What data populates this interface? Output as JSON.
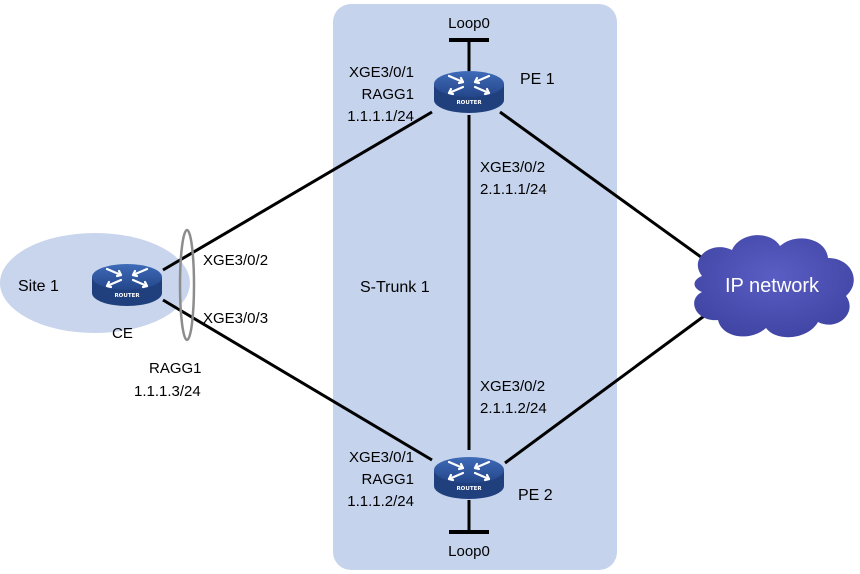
{
  "site_label": "Site 1",
  "ce": {
    "name": "CE",
    "if_top": "XGE3/0/2",
    "if_bottom": "XGE3/0/3",
    "ragg": "RAGG1",
    "ip": "1.1.1.3/24"
  },
  "pe1": {
    "name": "PE 1",
    "loop": "Loop0",
    "if_ce": "XGE3/0/1",
    "ragg": "RAGG1",
    "ip_ce": "1.1.1.1/24",
    "if_pe": "XGE3/0/2",
    "ip_pe": "2.1.1.1/24"
  },
  "pe2": {
    "name": "PE 2",
    "loop": "Loop0",
    "if_ce": "XGE3/0/1",
    "ragg": "RAGG1",
    "ip_ce": "1.1.1.2/24",
    "if_pe": "XGE3/0/2",
    "ip_pe": "2.1.1.2/24"
  },
  "strunk_label": "S-Trunk 1",
  "cloud_label": "IP network",
  "router_badge": "ROUTER",
  "colors": {
    "region": "#c5d3ec",
    "router": "#2f5597",
    "cloud": "#4b4fb0",
    "site": "#c8d5ec",
    "line": "#000000"
  }
}
